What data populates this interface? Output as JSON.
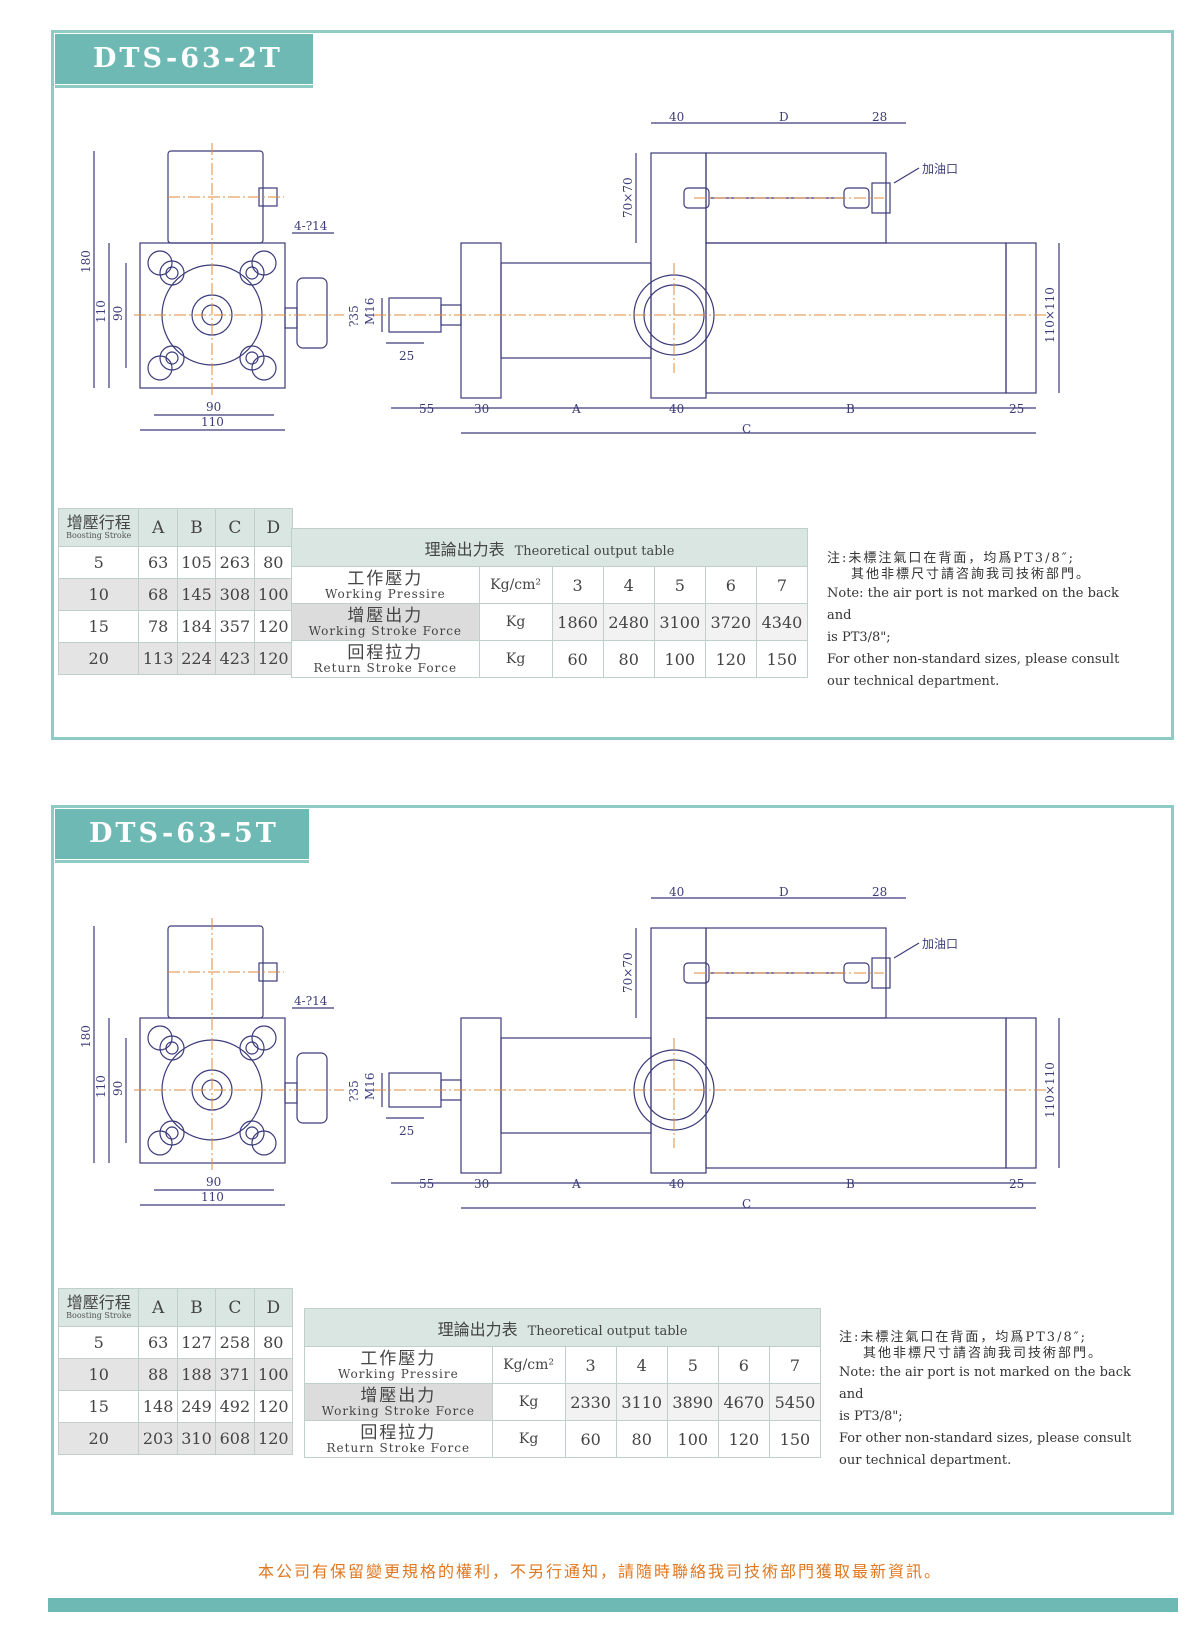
{
  "footer": {
    "notice": "本公司有保留變更規格的權利，不另行通知，請隨時聯絡我司技術部門獲取最新資訊。"
  },
  "colors": {
    "accent": "#6fb9b4",
    "border": "#8ecbc5",
    "notice": "#e07820",
    "drawing": "#3b3b7a",
    "centerline": "#e08a3a"
  },
  "drawing_labels": {
    "d40": "40",
    "dD": "D",
    "d28": "28",
    "oil": "加油口",
    "sq70": "70×70",
    "hole": "4-?14",
    "d180": "180",
    "d110": "110",
    "d90": "90",
    "w90": "90",
    "w110": "110",
    "d35": "?35",
    "m16": "M16",
    "d25": "25",
    "d55": "55",
    "d30": "30",
    "dA": "A",
    "d40b": "40",
    "dB": "B",
    "d25b": "25",
    "dC": "C",
    "sq110": "110×110"
  },
  "models": [
    {
      "name": "DTS-63-2T",
      "stroke_table": {
        "header_zh": "增壓行程",
        "header_en": "Boosting Stroke",
        "cols": [
          "A",
          "B",
          "C",
          "D"
        ],
        "rows": [
          [
            "5",
            "63",
            "105",
            "263",
            "80"
          ],
          [
            "10",
            "68",
            "145",
            "308",
            "100"
          ],
          [
            "15",
            "78",
            "184",
            "357",
            "120"
          ],
          [
            "20",
            "113",
            "224",
            "423",
            "120"
          ]
        ]
      },
      "output_table": {
        "title_zh": "理論出力表",
        "title_en": "Theoretical output table",
        "rows": [
          {
            "zh": "工作壓力",
            "en": "Working Pressire",
            "unit": "Kg/cm²",
            "values": [
              "3",
              "4",
              "5",
              "6",
              "7"
            ]
          },
          {
            "zh": "增壓出力",
            "en": "Working Stroke Force",
            "unit": "Kg",
            "values": [
              "1860",
              "2480",
              "3100",
              "3720",
              "4340"
            ]
          },
          {
            "zh": "回程拉力",
            "en": "Return Stroke Force",
            "unit": "Kg",
            "values": [
              "60",
              "80",
              "100",
              "120",
              "150"
            ]
          }
        ]
      }
    },
    {
      "name": "DTS-63-5T",
      "stroke_table": {
        "header_zh": "增壓行程",
        "header_en": "Boosting Stroke",
        "cols": [
          "A",
          "B",
          "C",
          "D"
        ],
        "rows": [
          [
            "5",
            "63",
            "127",
            "258",
            "80"
          ],
          [
            "10",
            "88",
            "188",
            "371",
            "100"
          ],
          [
            "15",
            "148",
            "249",
            "492",
            "120"
          ],
          [
            "20",
            "203",
            "310",
            "608",
            "120"
          ]
        ]
      },
      "output_table": {
        "title_zh": "理論出力表",
        "title_en": "Theoretical output table",
        "rows": [
          {
            "zh": "工作壓力",
            "en": "Working Pressire",
            "unit": "Kg/cm²",
            "values": [
              "3",
              "4",
              "5",
              "6",
              "7"
            ]
          },
          {
            "zh": "增壓出力",
            "en": "Working Stroke Force",
            "unit": "Kg",
            "values": [
              "2330",
              "3110",
              "3890",
              "4670",
              "5450"
            ]
          },
          {
            "zh": "回程拉力",
            "en": "Return Stroke Force",
            "unit": "Kg",
            "values": [
              "60",
              "80",
              "100",
              "120",
              "150"
            ]
          }
        ]
      }
    }
  ],
  "note": {
    "zh_line1": "注:未標注氣口在背面，均爲PT3/8″;",
    "zh_line2": "其他非標尺寸請咨詢我司技術部門。",
    "en_line1": "Note: the air port is not marked on the back and",
    "en_line2": "is PT3/8\";",
    "en_line3": "For other non-standard sizes, please consult",
    "en_line4": "our technical department."
  }
}
